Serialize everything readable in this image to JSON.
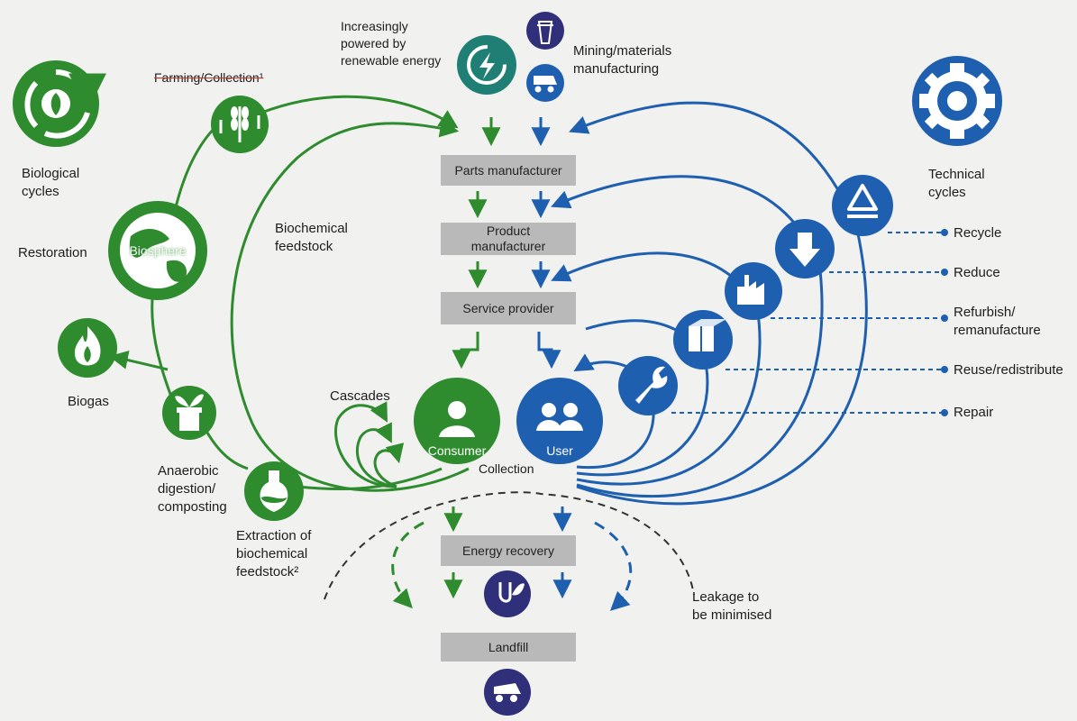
{
  "colors": {
    "green": "#2e8b2e",
    "dark_green": "#1f6e1f",
    "blue": "#1f5fb0",
    "navy": "#2f2f7a",
    "teal": "#1f7f74",
    "box_grey": "#b9b9b9",
    "background": "#f1f1ef"
  },
  "icons": {
    "biological_cycle": "recycle-arrows-leaf-icon",
    "farming": "wheat-icon",
    "biosphere": "globe-icon",
    "biogas": "flame-icon",
    "anaerobic": "plant-pot-icon",
    "extraction": "flask-icon",
    "renewable": "energy-cycle-icon",
    "mining": "mining-tower-icon",
    "manufacturing": "dump-truck-icon",
    "technical_cycle": "gear-icon",
    "recycle": "recycle-icon",
    "reduce": "down-arrow-icon",
    "refurbish": "factory-icon",
    "reuse": "box-icon",
    "repair": "wrench-icon",
    "consumer": "person-icon",
    "user": "users-icon",
    "energy": "plug-leaf-icon",
    "landfill": "truck-icon"
  },
  "left": {
    "biological_cycles": "Biological\ncycles",
    "farming": "Farming/Collection¹",
    "restoration": "Restoration",
    "biosphere": "Biosphere",
    "biogas": "Biogas",
    "anaerobic": "Anaerobic\ndigestion/\ncomposting",
    "extraction": "Extraction of\nbiochemical\nfeedstock²",
    "biochemical_feedstock": "Biochemical\nfeedstock",
    "cascades": "Cascades"
  },
  "center": {
    "renewable": "Increasingly\npowered by\nrenewable energy",
    "mining": "Mining/materials\nmanufacturing",
    "parts": "Parts manufacturer",
    "product": "Product\nmanufacturer",
    "service": "Service provider",
    "consumer": "Consumer",
    "user": "User",
    "collection": "Collection",
    "energy_recovery": "Energy recovery",
    "landfill": "Landfill",
    "leakage": "Leakage to\nbe minimised"
  },
  "right": {
    "technical_cycles": "Technical\ncycles",
    "recycle": "Recycle",
    "reduce": "Reduce",
    "refurbish": "Refurbish/\nremanufacture",
    "reuse": "Reuse/redistribute",
    "repair": "Repair"
  }
}
